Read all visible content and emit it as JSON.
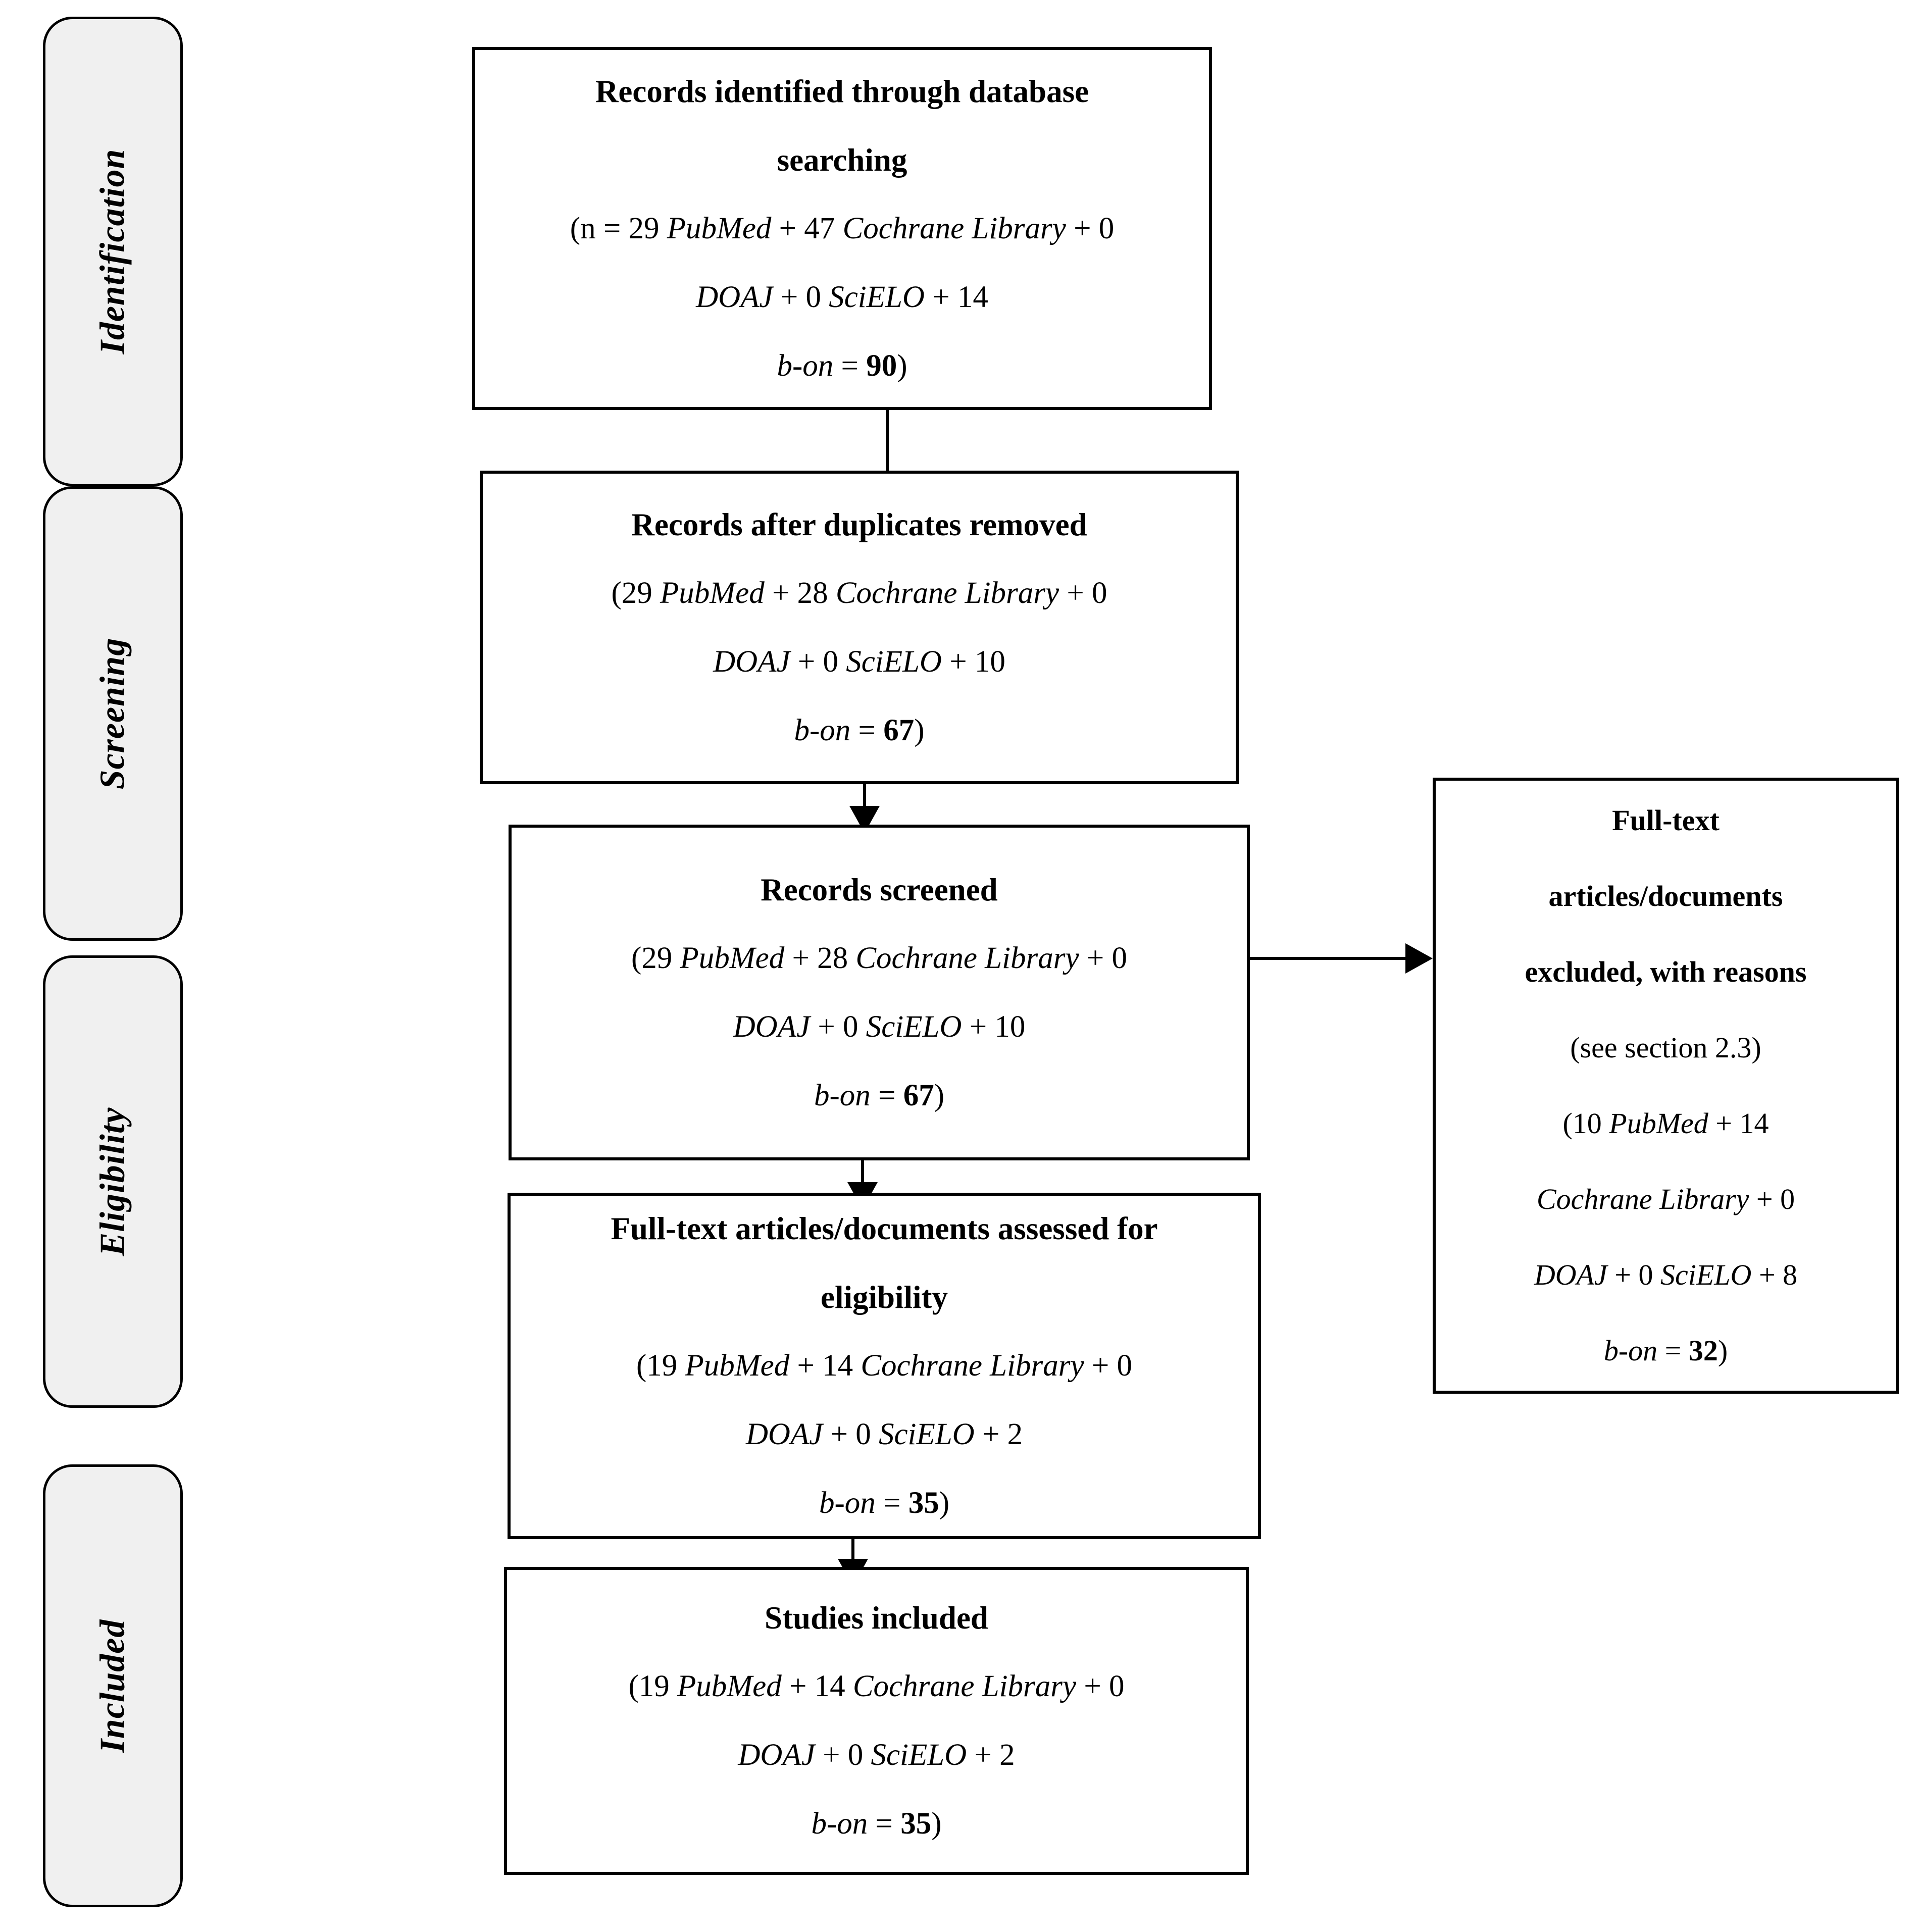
{
  "figure": {
    "type": "PRISMA flow diagram",
    "colors": {
      "background": "#ffffff",
      "line": "#000000",
      "sidebar_fill": "#f0f0f0",
      "text": "#000000"
    }
  },
  "sidebar": {
    "items": [
      {
        "label": "Identification"
      },
      {
        "label": "Screening"
      },
      {
        "label": "Eligibility"
      },
      {
        "label": "Included"
      }
    ]
  },
  "boxes": {
    "identified": {
      "title_lines": [
        "Records identified through database",
        "searching"
      ],
      "stats": [
        [
          {
            "t": "(n = 29 "
          },
          {
            "t": "PubMed",
            "i": true
          },
          {
            "t": " + 47 "
          },
          {
            "t": "Cochrane Library",
            "i": true
          },
          {
            "t": " + 0"
          }
        ],
        [
          {
            "t": "DOAJ",
            "i": true
          },
          {
            "t": " + 0 "
          },
          {
            "t": "SciELO",
            "i": true
          },
          {
            "t": " + 14"
          }
        ],
        [
          {
            "t": "b-on",
            "i": true
          },
          {
            "t": " = "
          },
          {
            "t": "90",
            "b": true
          },
          {
            "t": ")"
          }
        ]
      ]
    },
    "duplicates_removed": {
      "title_lines": [
        "Records after duplicates removed"
      ],
      "stats": [
        [
          {
            "t": "(29 "
          },
          {
            "t": "PubMed",
            "i": true
          },
          {
            "t": " + 28 "
          },
          {
            "t": "Cochrane Library",
            "i": true
          },
          {
            "t": " + 0"
          }
        ],
        [
          {
            "t": "DOAJ",
            "i": true
          },
          {
            "t": " + 0 "
          },
          {
            "t": "SciELO",
            "i": true
          },
          {
            "t": " + 10"
          }
        ],
        [
          {
            "t": "b-on",
            "i": true
          },
          {
            "t": " = "
          },
          {
            "t": "67",
            "b": true
          },
          {
            "t": ")"
          }
        ]
      ]
    },
    "screened": {
      "title_lines": [
        "Records screened"
      ],
      "stats": [
        [
          {
            "t": "(29 "
          },
          {
            "t": "PubMed",
            "i": true
          },
          {
            "t": " + 28 "
          },
          {
            "t": "Cochrane Library",
            "i": true
          },
          {
            "t": " + 0"
          }
        ],
        [
          {
            "t": "DOAJ",
            "i": true
          },
          {
            "t": " + 0 "
          },
          {
            "t": "SciELO",
            "i": true
          },
          {
            "t": " + 10"
          }
        ],
        [
          {
            "t": "b-on",
            "i": true
          },
          {
            "t": " = "
          },
          {
            "t": "67",
            "b": true
          },
          {
            "t": ")"
          }
        ]
      ]
    },
    "assessed": {
      "title_lines": [
        "Full-text articles/documents assessed for",
        "eligibility"
      ],
      "stats": [
        [
          {
            "t": "(19 "
          },
          {
            "t": "PubMed",
            "i": true
          },
          {
            "t": " + 14 "
          },
          {
            "t": "Cochrane Library",
            "i": true
          },
          {
            "t": " + 0"
          }
        ],
        [
          {
            "t": "DOAJ",
            "i": true
          },
          {
            "t": " + 0 "
          },
          {
            "t": "SciELO",
            "i": true
          },
          {
            "t": " + 2"
          }
        ],
        [
          {
            "t": "b-on",
            "i": true
          },
          {
            "t": " = "
          },
          {
            "t": "35",
            "b": true
          },
          {
            "t": ")"
          }
        ]
      ]
    },
    "included": {
      "title_lines": [
        "Studies included"
      ],
      "stats": [
        [
          {
            "t": "(19 "
          },
          {
            "t": "PubMed",
            "i": true
          },
          {
            "t": " + 14 "
          },
          {
            "t": "Cochrane Library",
            "i": true
          },
          {
            "t": " + 0"
          }
        ],
        [
          {
            "t": "DOAJ",
            "i": true
          },
          {
            "t": " + 0 "
          },
          {
            "t": "SciELO",
            "i": true
          },
          {
            "t": " + 2"
          }
        ],
        [
          {
            "t": "b-on",
            "i": true
          },
          {
            "t": " = "
          },
          {
            "t": "35",
            "b": true
          },
          {
            "t": ")"
          }
        ]
      ]
    },
    "excluded": {
      "title_lines": [
        "Full-text",
        "articles/documents",
        "excluded, with reasons"
      ],
      "note": "(see section 2.3)",
      "stats": [
        [
          {
            "t": "(10 "
          },
          {
            "t": "PubMed",
            "i": true
          },
          {
            "t": " + 14"
          }
        ],
        [
          {
            "t": "Cochrane Library",
            "i": true
          },
          {
            "t": " + 0"
          }
        ],
        [
          {
            "t": "DOAJ",
            "i": true
          },
          {
            "t": " + 0 "
          },
          {
            "t": "SciELO",
            "i": true
          },
          {
            "t": " + 8"
          }
        ],
        [
          {
            "t": "b-on",
            "i": true
          },
          {
            "t": " = "
          },
          {
            "t": "32",
            "b": true
          },
          {
            "t": ")"
          }
        ]
      ]
    }
  }
}
